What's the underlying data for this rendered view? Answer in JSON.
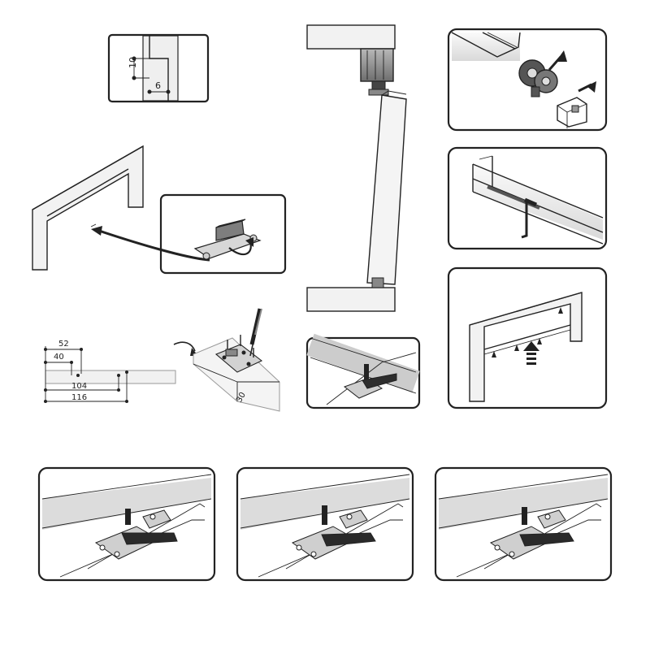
{
  "colors": {
    "line": "#222222",
    "wall": "#f2f2f2",
    "door": "#f4f4f4",
    "metal": "#8a8a8a",
    "dark_metal": "#3a3a3a",
    "background": "#ffffff"
  },
  "dimensions": {
    "notch_height": "10",
    "notch_width": "6",
    "d52": "52",
    "d40": "40",
    "d104": "104",
    "d116": "116",
    "d30": "30"
  }
}
